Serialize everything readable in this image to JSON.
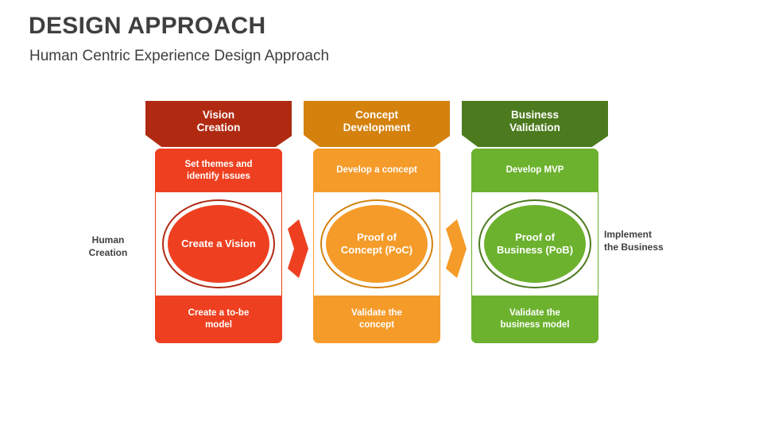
{
  "header": {
    "title": "DESIGN APPROACH",
    "subtitle": "Human Centric Experience Design Approach"
  },
  "captions": {
    "left": "Human\nCreation",
    "right": "Implement\nthe Business"
  },
  "colors": {
    "title_text": "#3f3f3f",
    "stage1_dark": "#b02a12",
    "stage1_main": "#ee4020",
    "stage2_dark": "#d4810e",
    "stage2_main": "#f59b2a",
    "stage3_dark": "#4c7a1e",
    "stage3_main": "#6cb22e",
    "background": "#ffffff",
    "band_text": "#ffffff"
  },
  "stages": [
    {
      "banner": "Vision\nCreation",
      "top_band": "Set themes and\nidentify issues",
      "ellipse": "Create a Vision",
      "bottom_band": "Create a to-be\nmodel",
      "dark": "#b02a12",
      "main": "#ee4020"
    },
    {
      "banner": "Concept\nDevelopment",
      "top_band": "Develop a concept",
      "ellipse": "Proof of\nConcept (PoC)",
      "bottom_band": "Validate the\nconcept",
      "dark": "#d4810e",
      "main": "#f59b2a"
    },
    {
      "banner": "Business\nValidation",
      "top_band": "Develop MVP",
      "ellipse": "Proof of\nBusiness (PoB)",
      "bottom_band": "Validate the\nbusiness model",
      "dark": "#4c7a1e",
      "main": "#6cb22e"
    }
  ],
  "arrows": [
    {
      "name": "arrow-stage1-to-stage2",
      "color": "#ee4020"
    },
    {
      "name": "arrow-stage2-to-stage3",
      "color": "#f59b2a"
    }
  ]
}
